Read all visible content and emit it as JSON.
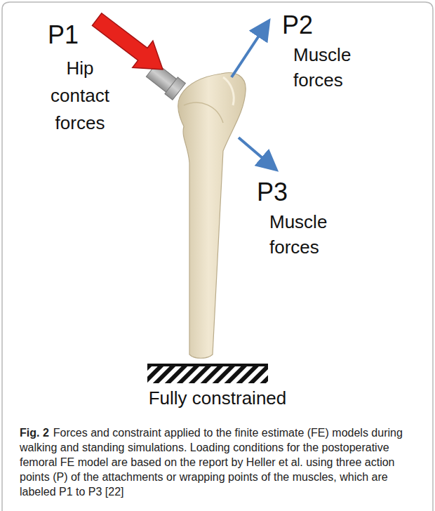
{
  "diagram": {
    "caption": "Forces and constraint applied to the finite estimate (FE) models during walking and standing simulations. Loading conditions for the postoperative femoral FE model are based on the report by Heller et al. using three action points (P) of the attachments or wrapping points of the muscles, which are labeled P1 to P3 [22]",
    "labels": [
      "P1",
      "Hip contact forces",
      "P2",
      "Muscle forces",
      "P3",
      "Muscle forces",
      "Fig. 2",
      "Fully constrained"
    ]
  }
}
